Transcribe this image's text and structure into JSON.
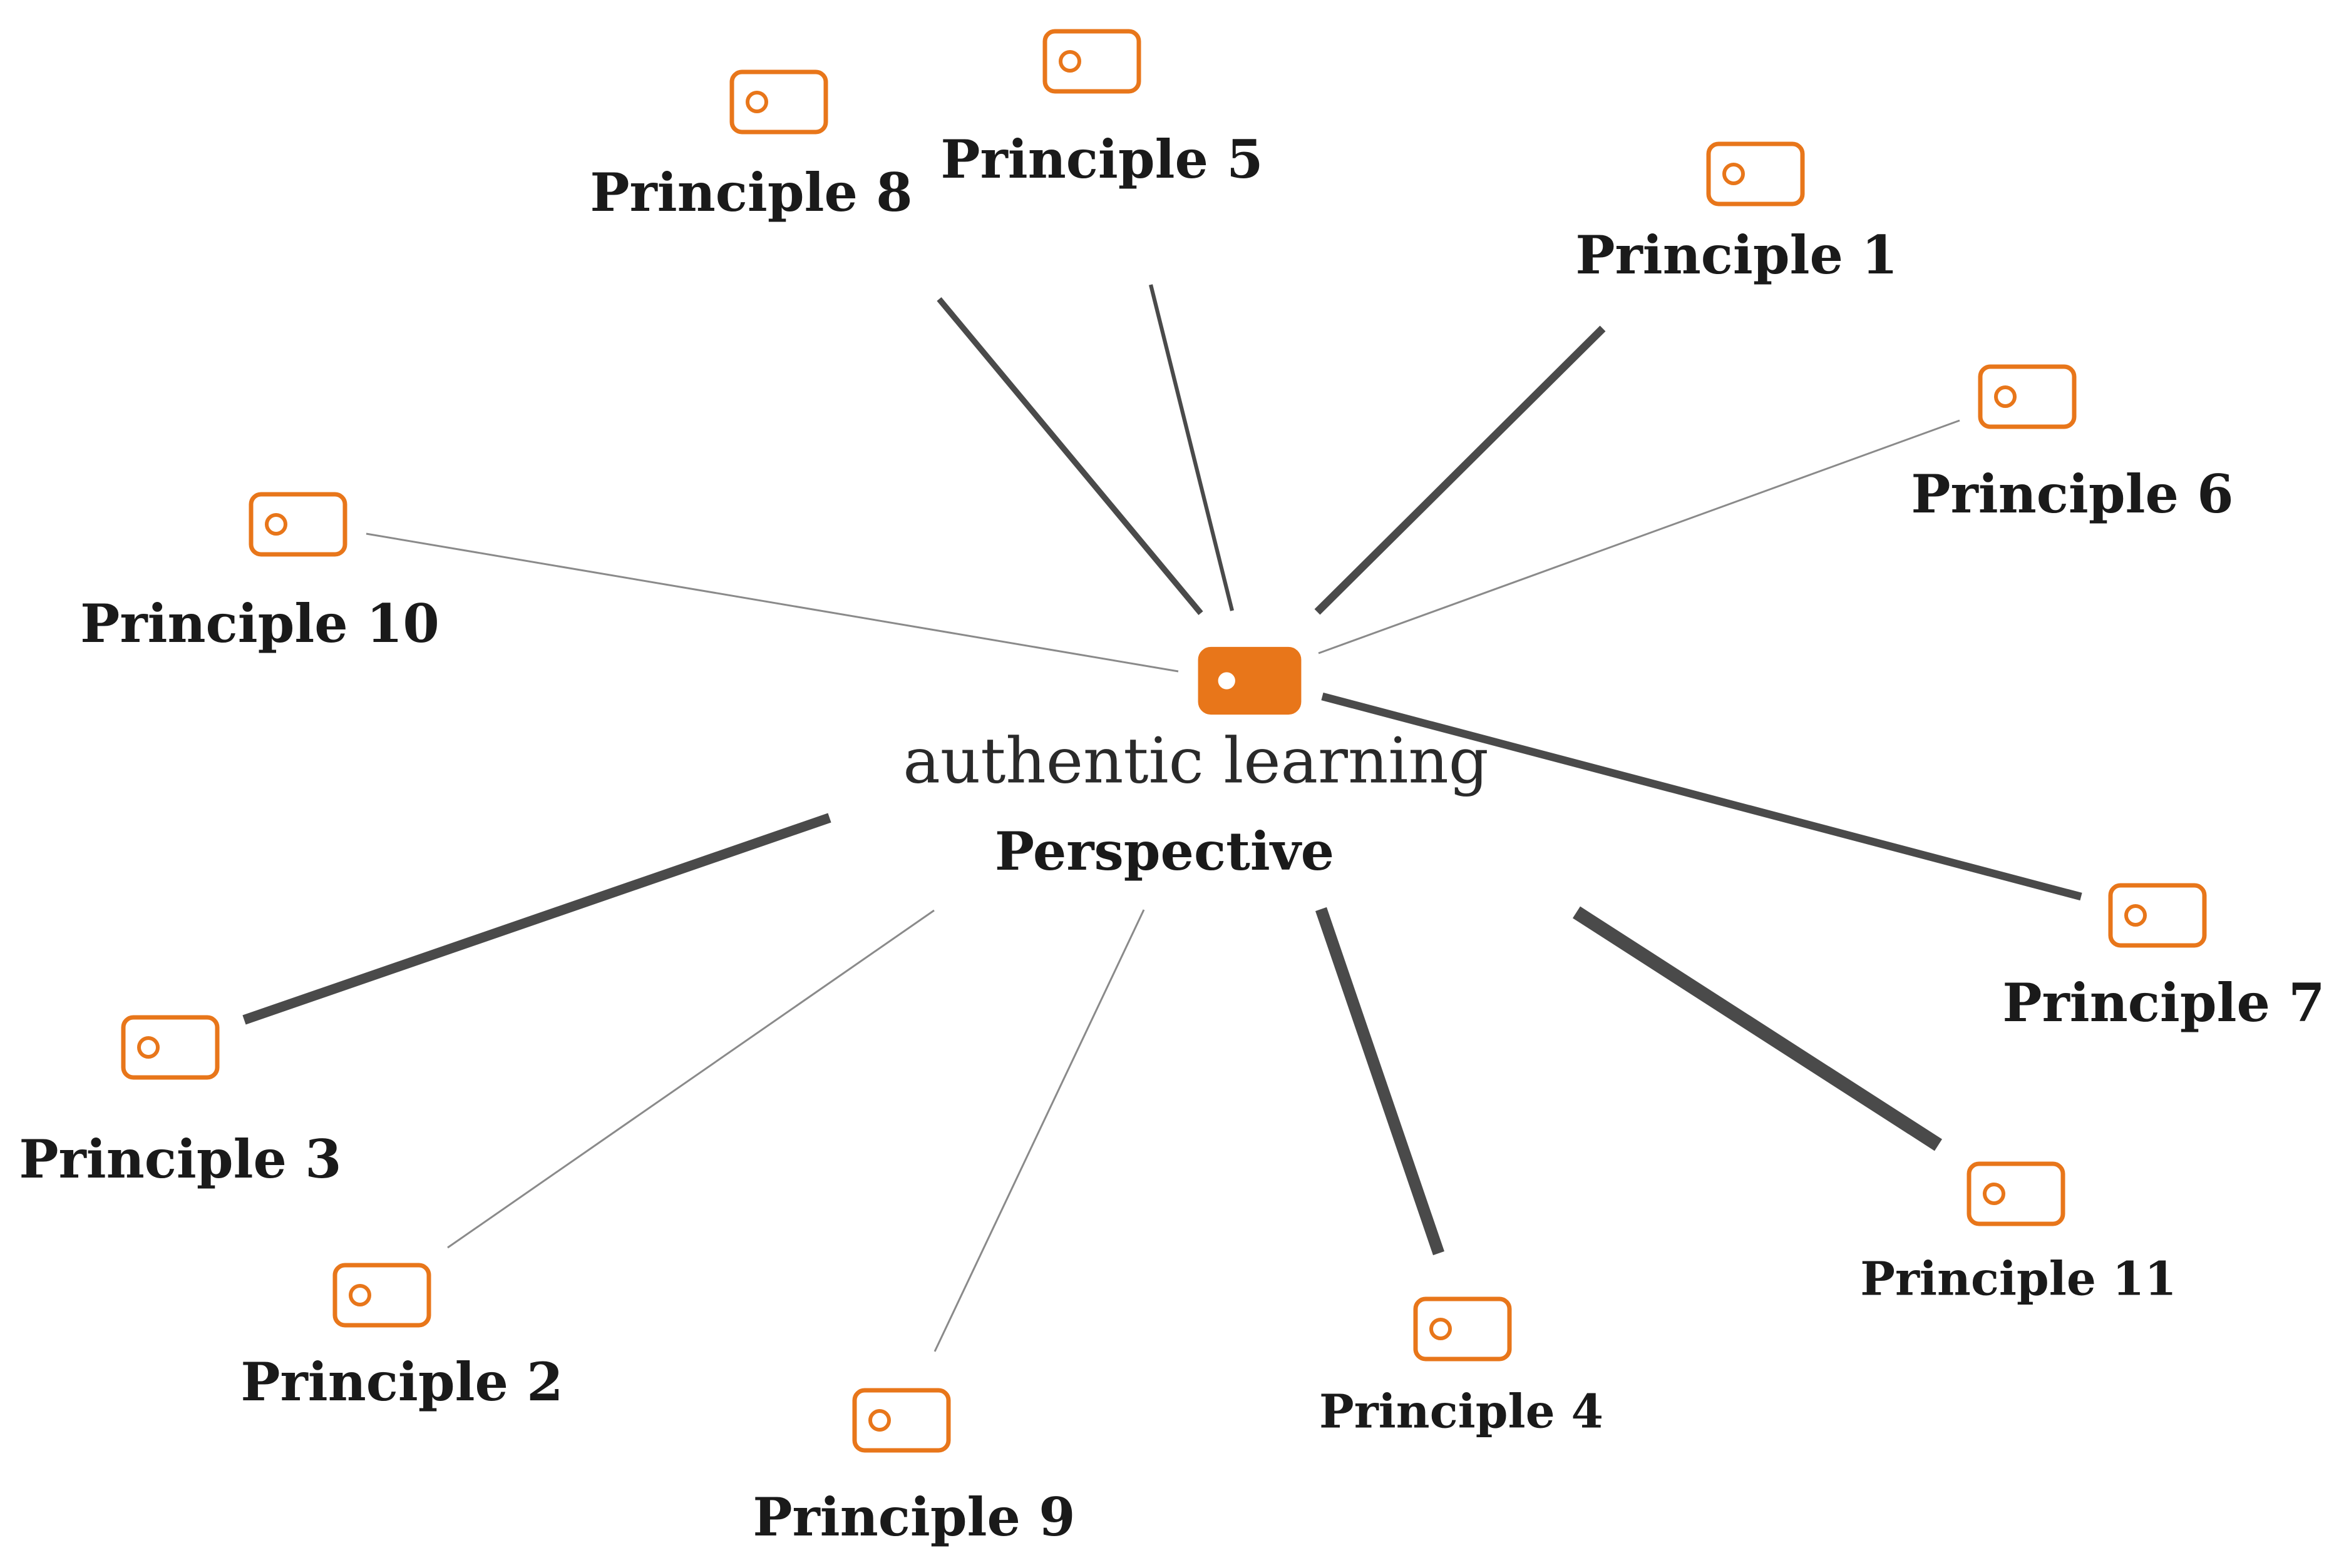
{
  "colors": {
    "accent": "#e8761a",
    "edge": "#4a4a4a",
    "edge_light": "#8a8a8a"
  },
  "center": {
    "title": "authentic learning",
    "subtitle": "Perspective",
    "icon": "tag-icon"
  },
  "nodes": [
    {
      "id": "p8",
      "label": "Principle 8",
      "icon": "tag-icon",
      "weight": 3
    },
    {
      "id": "p5",
      "label": "Principle 5",
      "icon": "tag-icon",
      "weight": 2
    },
    {
      "id": "p1",
      "label": "Principle 1",
      "icon": "tag-icon",
      "weight": 4
    },
    {
      "id": "p6",
      "label": "Principle 6",
      "icon": "tag-icon",
      "weight": 1
    },
    {
      "id": "p10",
      "label": "Principle 10",
      "icon": "tag-icon",
      "weight": 1
    },
    {
      "id": "p7",
      "label": "Principle 7",
      "icon": "tag-icon",
      "weight": 4
    },
    {
      "id": "p3",
      "label": "Principle 3",
      "icon": "tag-icon",
      "weight": 5
    },
    {
      "id": "p2",
      "label": "Principle 2",
      "icon": "tag-icon",
      "weight": 1
    },
    {
      "id": "p9",
      "label": "Principle 9",
      "icon": "tag-icon",
      "weight": 1
    },
    {
      "id": "p4",
      "label": "Principle 4",
      "icon": "tag-icon",
      "weight": 6
    },
    {
      "id": "p11",
      "label": "Principle 11",
      "icon": "tag-icon",
      "weight": 7
    }
  ]
}
